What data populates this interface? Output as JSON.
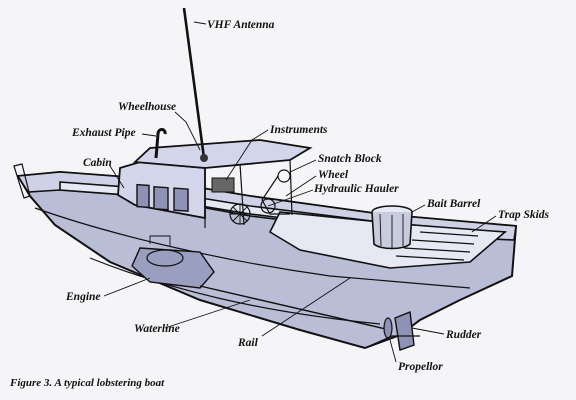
{
  "labels": {
    "vhf_antenna": "VHF Antenna",
    "wheelhouse": "Wheelhouse",
    "instruments": "Instruments",
    "exhaust_pipe": "Exhaust Pipe",
    "snatch_block": "Snatch Block",
    "cabin": "Cabin",
    "wheel": "Wheel",
    "hydraulic_hauler": "Hydraulic Hauler",
    "bait_barrel": "Bait Barrel",
    "trap_skids": "Trap Skids",
    "engine": "Engine",
    "waterline": "Waterline",
    "rail": "Rail",
    "rudder": "Rudder",
    "propellor": "Propellor"
  },
  "caption": "Figure 3. A typical lobstering boat"
}
